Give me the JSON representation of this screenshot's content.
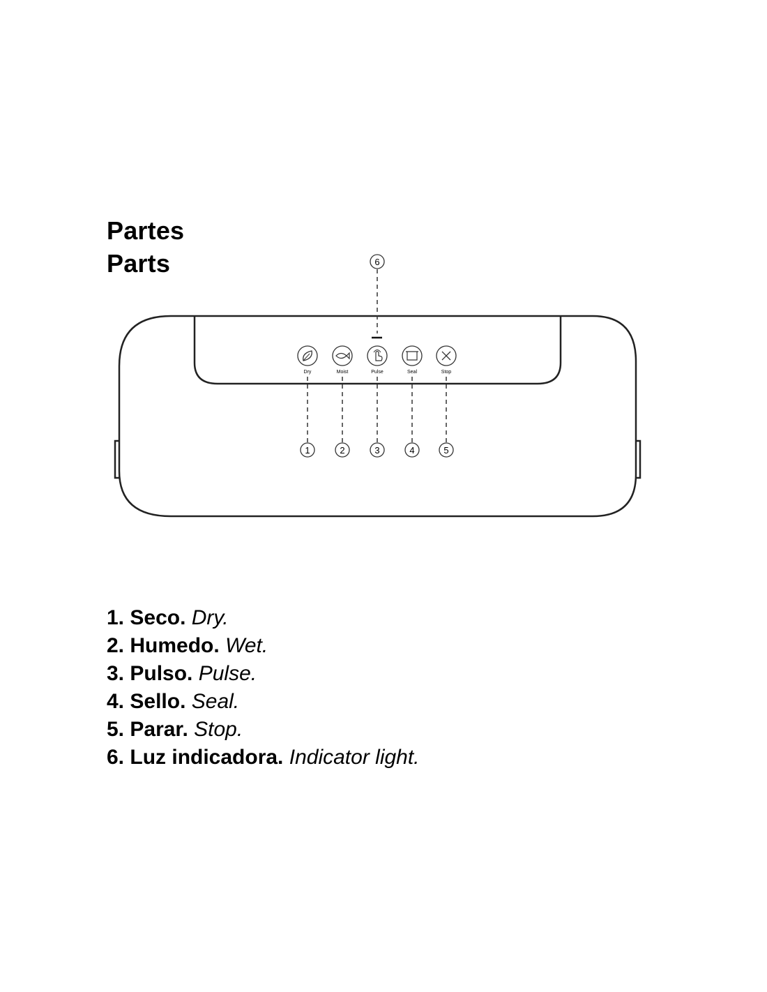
{
  "header": {
    "title_es": "Partes",
    "title_en": "Parts"
  },
  "device": {
    "buttons": [
      {
        "number": "1",
        "label": "Dry",
        "icon": "leaf-icon"
      },
      {
        "number": "2",
        "label": "Moist",
        "icon": "fish-icon"
      },
      {
        "number": "3",
        "label": "Pulse",
        "icon": "hand-press-icon"
      },
      {
        "number": "4",
        "label": "Seal",
        "icon": "seal-bar-icon"
      },
      {
        "number": "5",
        "label": "Stop",
        "icon": "close-icon"
      }
    ],
    "indicator": {
      "number": "6",
      "icon": "indicator-light-icon"
    }
  },
  "legend": {
    "items": [
      {
        "num": "1.",
        "es": "Seco.",
        "en": "Dry."
      },
      {
        "num": "2.",
        "es": "Humedo.",
        "en": "Wet."
      },
      {
        "num": "3.",
        "es": "Pulso.",
        "en": "Pulse."
      },
      {
        "num": "4.",
        "es": "Sello.",
        "en": "Seal."
      },
      {
        "num": "5.",
        "es": "Parar.",
        "en": "Stop."
      },
      {
        "num": "6.",
        "es": "Luz indicadora.",
        "en": "Indicator light."
      }
    ]
  }
}
